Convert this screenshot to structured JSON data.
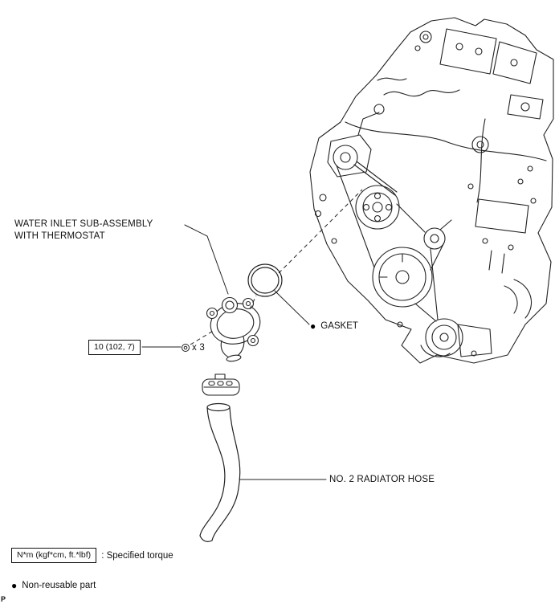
{
  "page": {
    "marker": "P",
    "colors": {
      "line": "#222222",
      "background": "#ffffff",
      "text": "#111111"
    }
  },
  "callouts": {
    "water_inlet_line1": "WATER INLET SUB-ASSEMBLY",
    "water_inlet_line2": "WITH THERMOSTAT",
    "gasket": "GASKET",
    "radiator_hose": "NO. 2 RADIATOR HOSE",
    "torque_spec": "10 (102, 7)",
    "bolt_count": "x 3"
  },
  "legend": {
    "torque_unit_label": "N*m (kgf*cm, ft.*lbf)",
    "torque_description": ": Specified torque",
    "non_reusable_label": "Non-reusable part"
  },
  "icons": {
    "bullet": "●"
  }
}
